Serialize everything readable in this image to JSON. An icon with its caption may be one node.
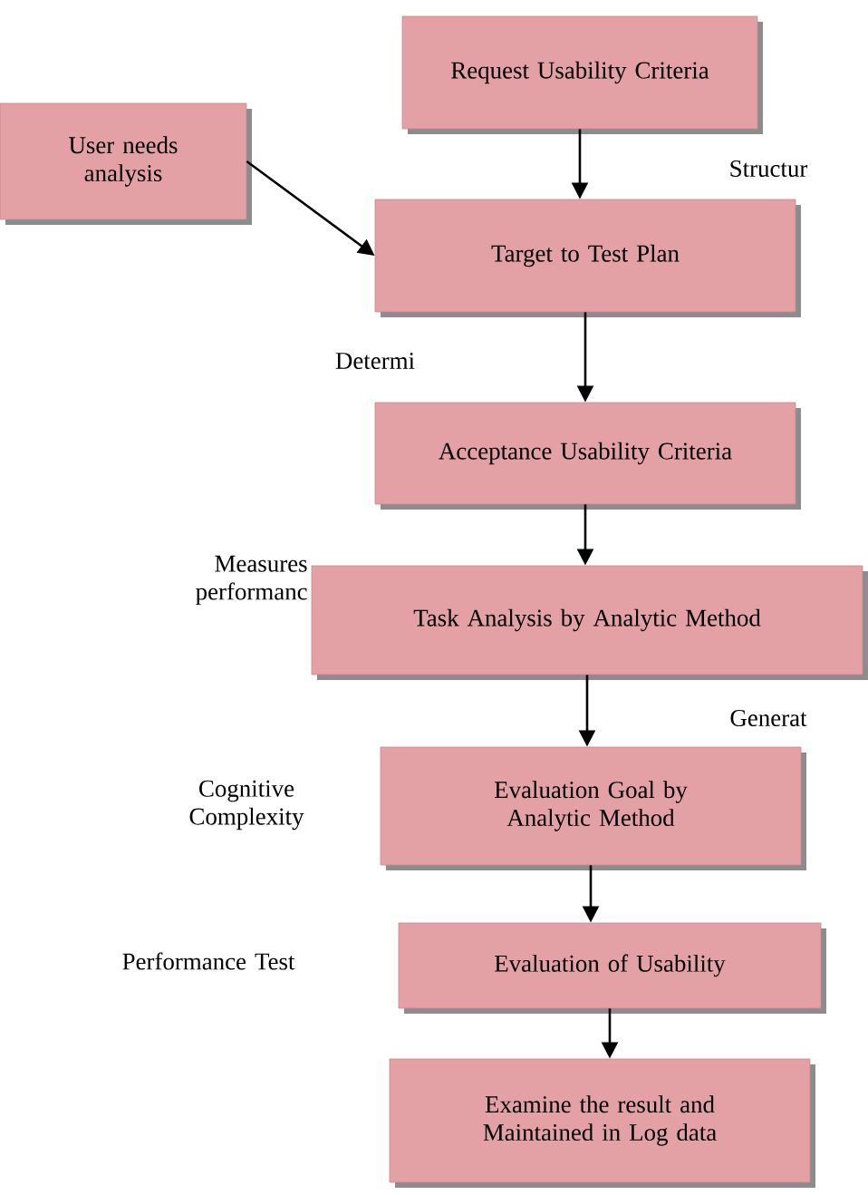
{
  "diagram": {
    "nodes": [
      {
        "text": [
          "Request Usability Criteria"
        ]
      },
      {
        "text": [
          "User needs analysis"
        ]
      },
      {
        "text": [
          "Target to Test Plan"
        ]
      },
      {
        "text": [
          "Acceptance Usability Criteria"
        ]
      },
      {
        "text": [
          "Task Analysis by Analytic Method"
        ]
      },
      {
        "text": [
          "Evaluation Goal by Analytic Method"
        ]
      },
      {
        "text": [
          "Evaluation of Usability"
        ]
      },
      {
        "text": [
          "Examine the result and Maintained in Log data"
        ]
      }
    ],
    "edges": [
      {
        "from": 0,
        "to": 2,
        "arrow": "to"
      },
      {
        "from": 1,
        "to": 2,
        "arrow": "to"
      },
      {
        "from": 2,
        "to": 3,
        "arrow": "to"
      },
      {
        "from": 3,
        "to": 4,
        "arrow": "to"
      },
      {
        "from": 4,
        "to": 5,
        "arrow": "to"
      },
      {
        "from": 5,
        "to": 6,
        "arrow": "to"
      },
      {
        "from": 6,
        "to": 7,
        "arrow": "to"
      }
    ],
    "labels": [
      "Structur",
      "Determi",
      "Measures performanc",
      "Generat",
      "Cognitive Complexity",
      "Performance Test"
    ]
  }
}
